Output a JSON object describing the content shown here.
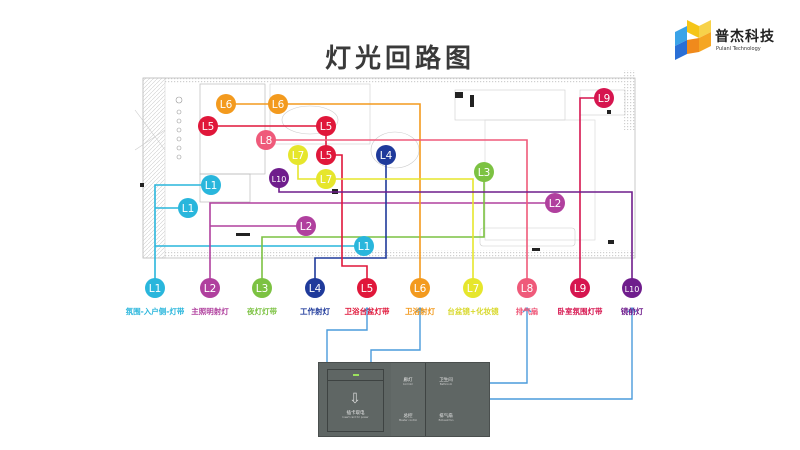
{
  "title": "灯光回路图",
  "logo": {
    "name": "普杰科技",
    "subtitle": "Pulanl Technology",
    "colors": [
      "#f5c518",
      "#f08a1c",
      "#2a6fd6",
      "#3aa3e8"
    ]
  },
  "circuits": [
    {
      "id": "L1",
      "label": "氛围-入户侧-灯带",
      "color": "#29b6dc"
    },
    {
      "id": "L2",
      "label": "主照明射灯",
      "color": "#b0409e"
    },
    {
      "id": "L3",
      "label": "夜灯灯带",
      "color": "#7cc242"
    },
    {
      "id": "L4",
      "label": "工作射灯",
      "color": "#1f3a9b"
    },
    {
      "id": "L5",
      "label": "卫浴台盆灯带",
      "color": "#e0173a"
    },
    {
      "id": "L6",
      "label": "卫浴射灯",
      "color": "#f39a1e"
    },
    {
      "id": "L7",
      "label": "台盆镜+化妆镜",
      "color": "#e6e62c"
    },
    {
      "id": "L8",
      "label": "排气扇",
      "color": "#ef5a7a"
    },
    {
      "id": "L9",
      "label": "卧室氛围灯带",
      "color": "#d6154f"
    },
    {
      "id": "L10",
      "label": "镜前灯",
      "color": "#6f1d8c"
    }
  ],
  "panel": {
    "card_switch": "插卡取电",
    "card_switch_sub": "Insert card for power",
    "mid_top": "廊灯",
    "mid_top_sub": "Corridor",
    "mid_bottom": "总控",
    "mid_bottom_sub": "Master control",
    "right_top": "卫生间",
    "right_top_sub": "Bathroom",
    "right_bottom": "排气扇",
    "right_bottom_sub": "Exhaust fan"
  },
  "connector_color": "#4a9bdc"
}
